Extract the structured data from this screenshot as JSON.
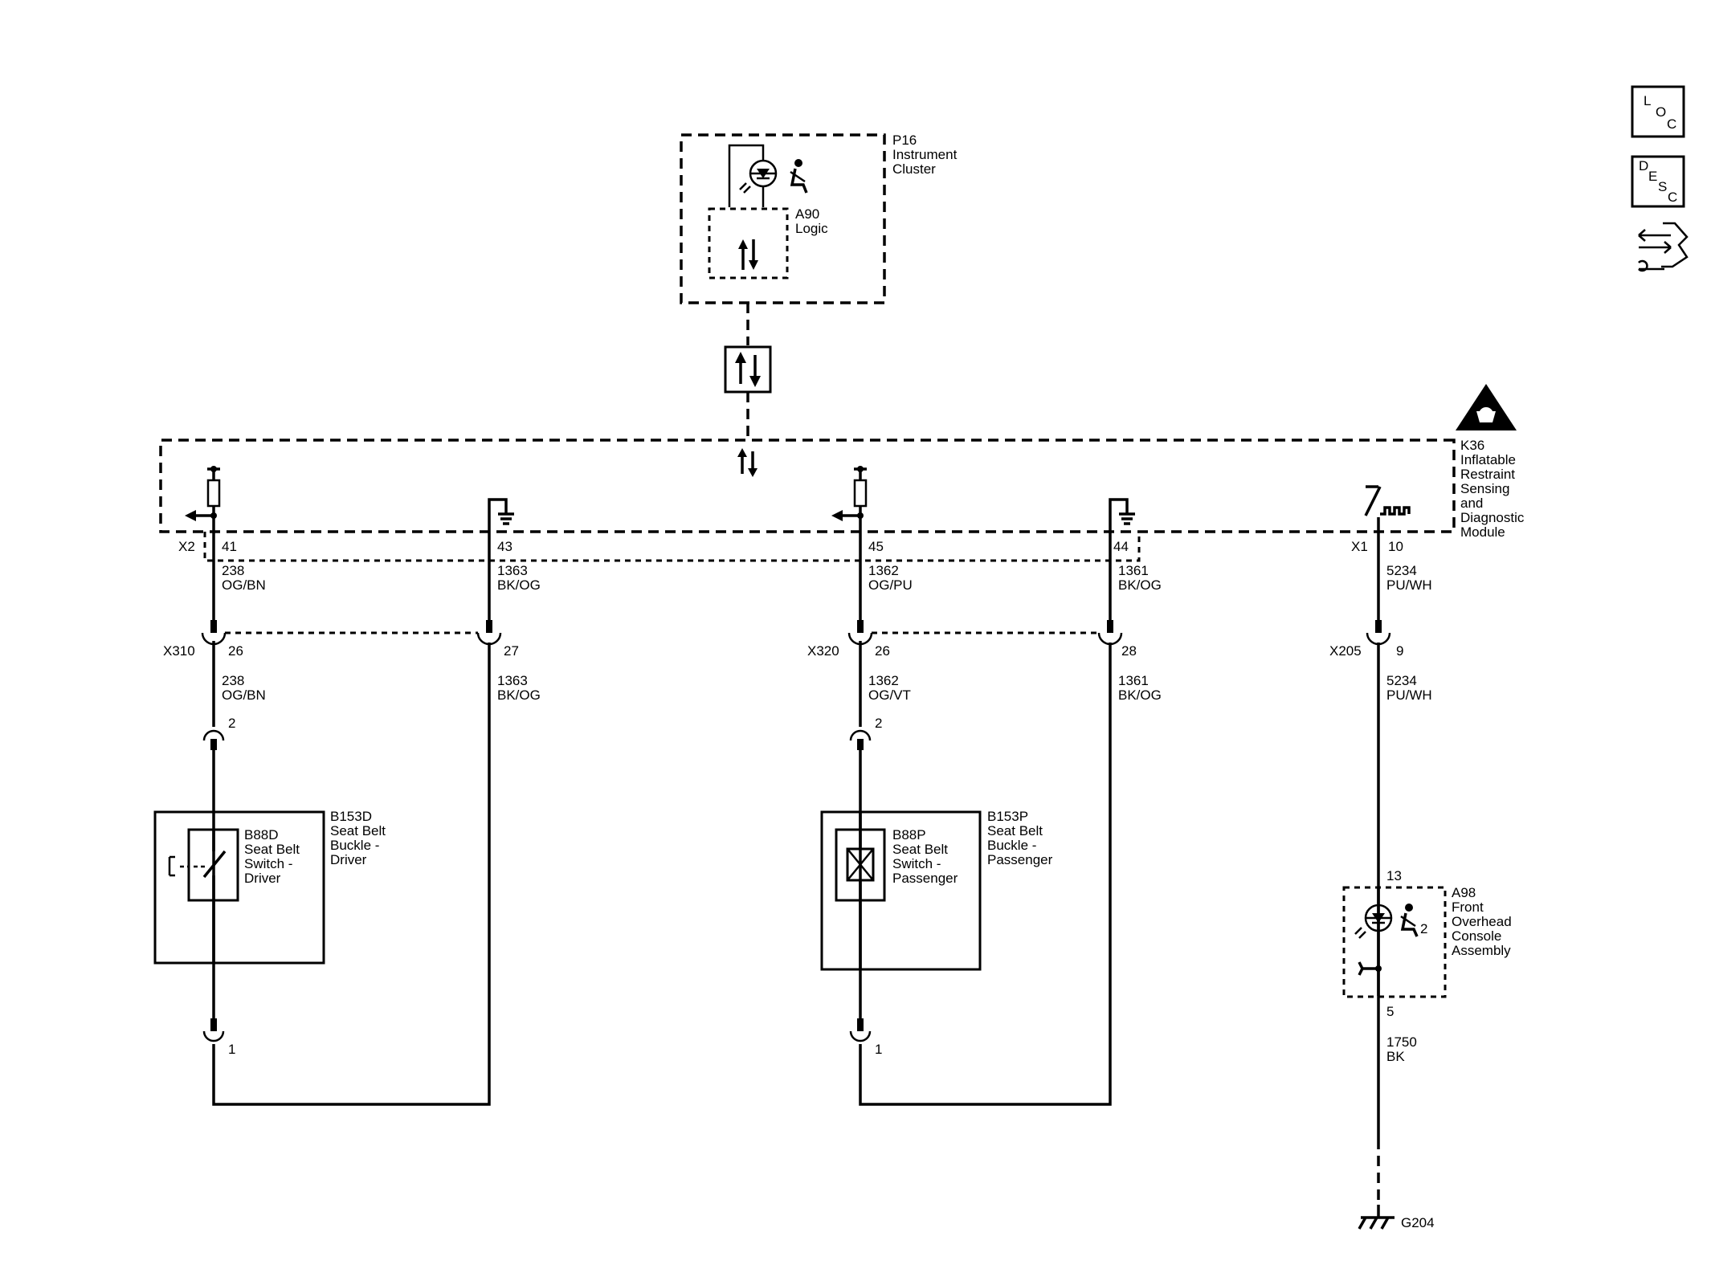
{
  "nav": {
    "loc": [
      "L",
      "O",
      "C"
    ],
    "desc": [
      "D",
      "E",
      "S",
      "C"
    ],
    "connector_end_view_icon": "connector-end-view-icon"
  },
  "p16": {
    "id": "P16",
    "name": [
      "Instrument",
      "Cluster"
    ]
  },
  "a90": {
    "id": "A90",
    "name": "Logic"
  },
  "k36": {
    "id": "K36",
    "name": [
      "Inflatable",
      "Restraint",
      "Sensing",
      "and",
      "Diagnostic",
      "Module"
    ]
  },
  "x2": {
    "id": "X2"
  },
  "x1": {
    "id": "X1"
  },
  "pins_k36": {
    "p41": "41",
    "p43": "43",
    "p45": "45",
    "p44": "44",
    "p10": "10"
  },
  "wires_top": [
    {
      "circuit": "238",
      "color": "OG/BN"
    },
    {
      "circuit": "1363",
      "color": "BK/OG"
    },
    {
      "circuit": "1362",
      "color": "OG/PU"
    },
    {
      "circuit": "1361",
      "color": "BK/OG"
    },
    {
      "circuit": "5234",
      "color": "PU/WH"
    }
  ],
  "x310": {
    "id": "X310",
    "pin_a": "26",
    "pin_b": "27"
  },
  "x320": {
    "id": "X320",
    "pin_a": "26",
    "pin_b": "28"
  },
  "x205": {
    "id": "X205",
    "pin": "9"
  },
  "wires_mid": [
    {
      "circuit": "238",
      "color": "OG/BN"
    },
    {
      "circuit": "1363",
      "color": "BK/OG"
    },
    {
      "circuit": "1362",
      "color": "OG/VT"
    },
    {
      "circuit": "1361",
      "color": "BK/OG"
    },
    {
      "circuit": "5234",
      "color": "PU/WH"
    }
  ],
  "driver_pins": {
    "top": "2",
    "bottom": "1"
  },
  "passenger_pins": {
    "top": "2",
    "bottom": "1"
  },
  "b153d": {
    "id": "B153D",
    "name": [
      "Seat Belt",
      "Buckle -",
      "Driver"
    ]
  },
  "b88d": {
    "id": "B88D",
    "name": [
      "Seat Belt",
      "Switch -",
      "Driver"
    ]
  },
  "b153p": {
    "id": "B153P",
    "name": [
      "Seat Belt",
      "Buckle -",
      "Passenger"
    ]
  },
  "b88p": {
    "id": "B88P",
    "name": [
      "Seat Belt",
      "Switch -",
      "Passenger"
    ]
  },
  "a98": {
    "id": "A98",
    "name": [
      "Front",
      "Overhead",
      "Console",
      "Assembly"
    ],
    "pin_top": "13",
    "pin_bottom": "5",
    "indicator_num": "2"
  },
  "ground_wire": {
    "circuit": "1750",
    "color": "BK"
  },
  "g204": {
    "id": "G204"
  }
}
